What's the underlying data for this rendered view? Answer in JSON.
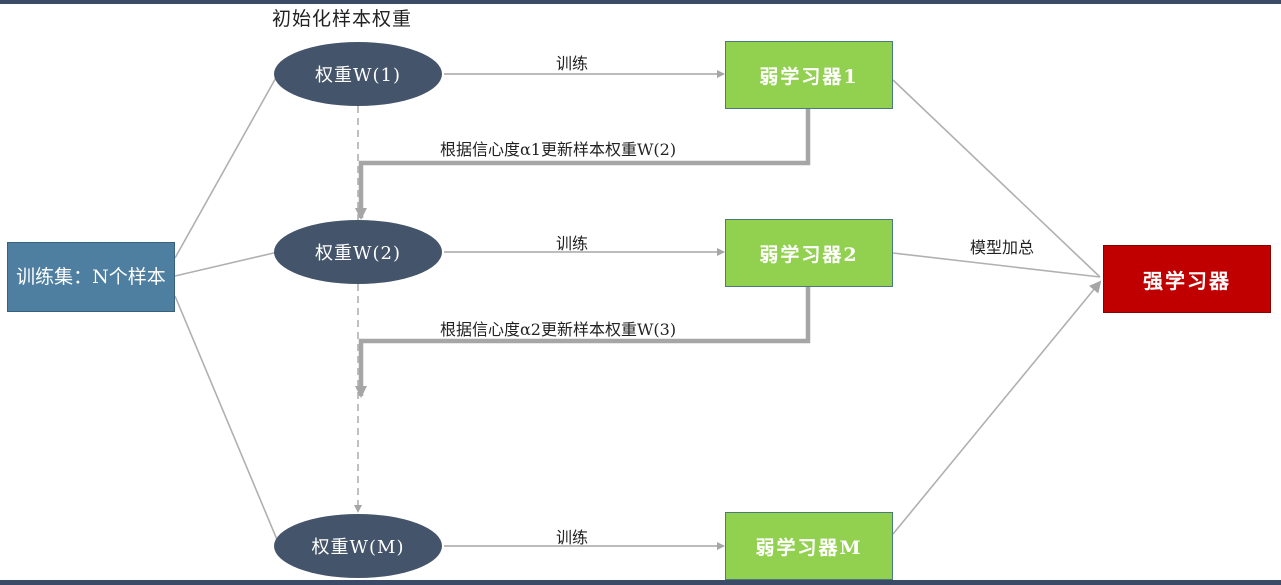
{
  "diagram": {
    "title": "初始化样本权重",
    "dataset": "训练集：N个样本",
    "weights": [
      "权重W(1)",
      "权重W(2)",
      "权重W(M)"
    ],
    "learners": [
      "弱学习器1",
      "弱学习器2",
      "弱学习器M"
    ],
    "train_label": "训练",
    "update_labels": [
      "根据信心度α1更新样本权重W(2)",
      "根据信心度α2更新样本权重W(3)"
    ],
    "aggregate_label": "模型加总",
    "strong_learner": "强学习器"
  },
  "colors": {
    "weight_node": "#44546a",
    "weak_learner": "#92d050",
    "dataset": "#4e7fa0",
    "strong_learner": "#c00000",
    "connector": "#a6a6a6",
    "frame_bar": "#3a4a67"
  }
}
